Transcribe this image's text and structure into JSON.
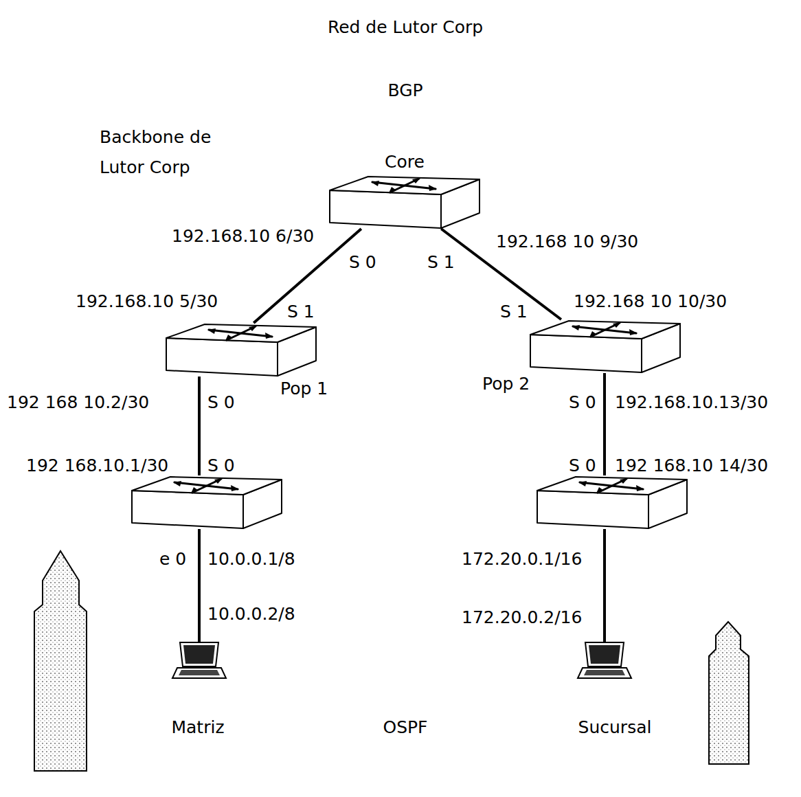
{
  "diagram": {
    "title": "Red de Lutor Corp",
    "nodes": [
      {
        "text": [
          "Core",
          "192.168.10 6/30",
          "S 0",
          "S 1",
          "192.168 10 9/30"
        ]
      },
      {
        "text": [
          "Pop 1",
          "192.168.10 5/30",
          "S 1",
          "192 168 10.2/30",
          "S 0"
        ]
      },
      {
        "text": [
          "Pop 2",
          "192.168 10 10/30",
          "S 1",
          "S 0",
          "192.168.10.13/30"
        ]
      },
      {
        "text": [
          "192 168.10.1/30",
          "S 0",
          "e 0",
          "10.0.0.1/8"
        ]
      },
      {
        "text": [
          "S 0",
          "192 168.10 14/30",
          "172.20.0.1/16"
        ]
      },
      {
        "text": [
          "10.0.0.2/8",
          "Matriz"
        ]
      },
      {
        "text": [
          "172.20.0.2/16",
          "Sucursal"
        ]
      }
    ],
    "edges": [
      {
        "from": 0,
        "to": 1,
        "arrow": "none"
      },
      {
        "from": 0,
        "to": 2,
        "arrow": "none"
      },
      {
        "from": 1,
        "to": 3,
        "arrow": "none"
      },
      {
        "from": 2,
        "to": 4,
        "arrow": "none"
      },
      {
        "from": 3,
        "to": 5,
        "arrow": "none"
      },
      {
        "from": 4,
        "to": 6,
        "arrow": "none"
      }
    ],
    "labels": [
      "BGP",
      "Backbone de Lutor Corp",
      "OSPF"
    ]
  }
}
